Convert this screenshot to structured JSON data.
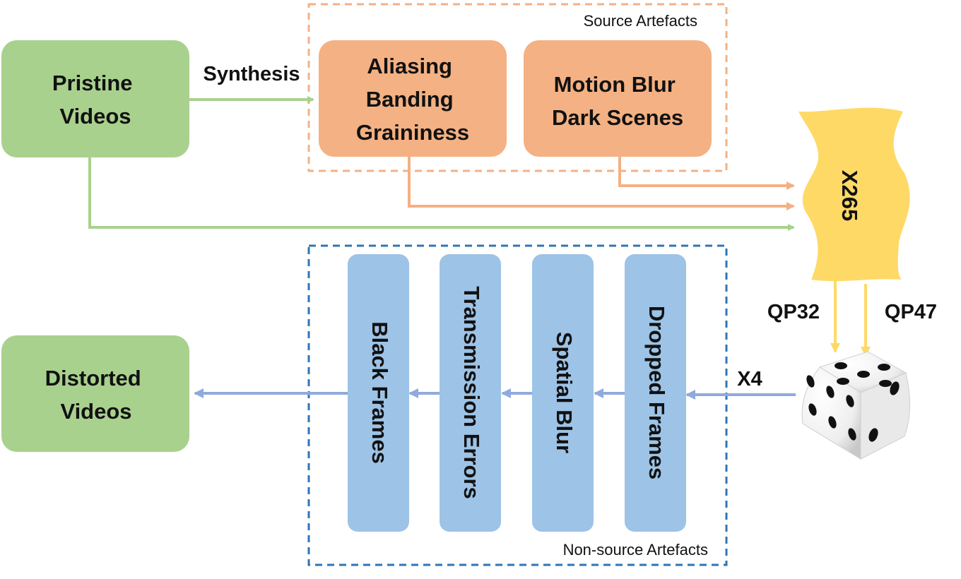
{
  "nodes": {
    "pristine": [
      "Pristine",
      "Videos"
    ],
    "distorted": [
      "Distorted",
      "Videos"
    ],
    "source_box_1": [
      "Aliasing",
      "Banding",
      "Graininess"
    ],
    "source_box_2": [
      "Motion Blur",
      "Dark Scenes"
    ],
    "encoder": "X265"
  },
  "groups": {
    "source": "Source Artefacts",
    "non_source": "Non-source Artefacts"
  },
  "non_source_steps": [
    "Black Frames",
    "Transmission Errors",
    "Spatial Blur",
    "Dropped Frames"
  ],
  "edge_labels": {
    "synthesis": "Synthesis",
    "qp_low": "QP32",
    "qp_high": "QP47",
    "multiplier": "X4"
  },
  "colors": {
    "green_fill": "#a9d18e",
    "orange_fill": "#f4b183",
    "blue_fill": "#9dc3e6",
    "yellow_fill": "#ffd966",
    "orange_dash": "#f4b183",
    "blue_dash": "#2e75b6",
    "green_arrow": "#a9d18e",
    "orange_arrow": "#f4b183",
    "yellow_arrow": "#ffd966",
    "blue_arrow": "#8faadc"
  }
}
